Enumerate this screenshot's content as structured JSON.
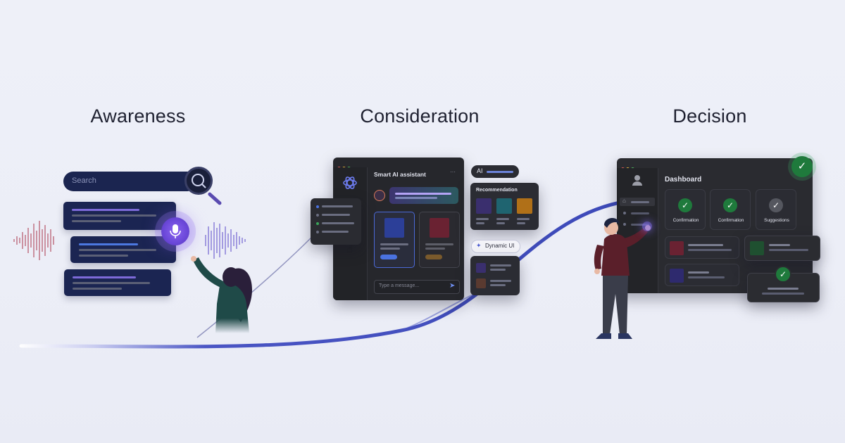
{
  "stages": {
    "awareness": "Awareness",
    "consideration": "Consideration",
    "decision": "Decision"
  },
  "awareness": {
    "search_placeholder": "Search",
    "icons": [
      "magnifier-icon",
      "microphone-icon",
      "sound-wave-icon"
    ]
  },
  "consideration": {
    "assistant_title": "Smart AI assistant",
    "message_placeholder": "Type a message...",
    "ai_label": "AI",
    "recommendation_title": "Recommendation",
    "dynamic_ui_label": "Dynamic UI"
  },
  "decision": {
    "dashboard_title": "Dashboard",
    "tiles": [
      "Confirmation",
      "Confirmation",
      "Suggestions"
    ]
  },
  "colors": {
    "journey_line": "#3c49b8",
    "accent_purple": "#7a5ce6",
    "success_green": "#1f7a3c",
    "window_dark": "#26272c"
  }
}
